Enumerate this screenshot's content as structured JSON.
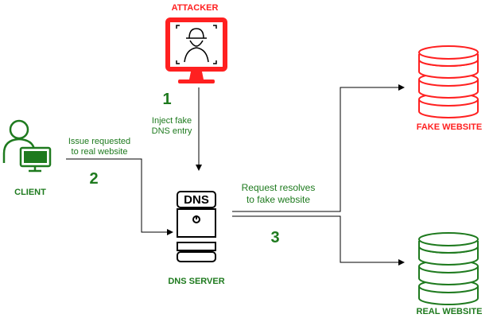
{
  "attacker": {
    "label": "ATTACKER"
  },
  "client": {
    "label": "CLIENT"
  },
  "dns_server": {
    "label": "DNS SERVER",
    "box_text": "DNS"
  },
  "fake_site": {
    "label": "FAKE WEBSITE"
  },
  "real_site": {
    "label": "REAL WEBSITE"
  },
  "steps": [
    {
      "number": "1",
      "text_1": "Inject fake",
      "text_2": "DNS entry"
    },
    {
      "number": "2",
      "text_1": "Issue requested",
      "text_2": "to real website"
    },
    {
      "number": "3",
      "text_1": "Request resolves",
      "text_2": "to fake website"
    }
  ],
  "colors": {
    "green": "#1e7a1e",
    "red": "#ff2020"
  }
}
